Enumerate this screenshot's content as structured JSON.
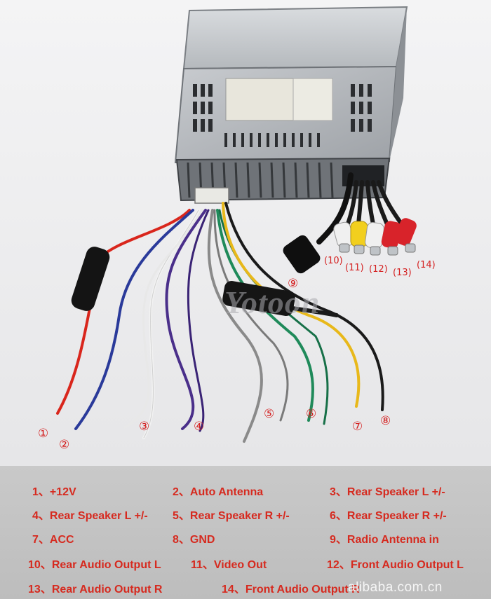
{
  "logo_text": "Yotoon",
  "watermark": "alibaba.com.cn",
  "callouts": [
    "①",
    "②",
    "③",
    "④",
    "⑤",
    "⑥",
    "⑦",
    "⑧",
    "⑨",
    "(10)",
    "(11)",
    "(12)",
    "(13)",
    "(14)"
  ],
  "legend": [
    {
      "num": "1、",
      "label": "+12V"
    },
    {
      "num": "2、",
      "label": "Auto Antenna"
    },
    {
      "num": "3、",
      "label": "Rear Speaker L +/-"
    },
    {
      "num": "4、",
      "label": "Rear Speaker L +/-"
    },
    {
      "num": "5、",
      "label": "Rear Speaker R +/-"
    },
    {
      "num": "6、",
      "label": "Rear Speaker R +/-"
    },
    {
      "num": "7、",
      "label": "ACC"
    },
    {
      "num": "8、",
      "label": "GND"
    },
    {
      "num": "9、",
      "label": "Radio Antenna in"
    },
    {
      "num": "10、",
      "label": "Rear Audio Output L"
    },
    {
      "num": "11、",
      "label": "Video Out"
    },
    {
      "num": "12、",
      "label": "Front Audio Output L"
    },
    {
      "num": "13、",
      "label": "Rear Audio Output R"
    },
    {
      "num": "14、",
      "label": "Front Audio Output R"
    }
  ],
  "wire_colors": {
    "red": "#d9261c",
    "blue": "#2a3a9a",
    "white": "#eeeeee",
    "purple": "#4a2f8a",
    "gray": "#8a8a8a",
    "green": "#1f8a5a",
    "yellow": "#e8b81a",
    "black": "#1a1a1a",
    "rca_red": "#d8232a",
    "rca_yellow": "#f2cf1e",
    "rca_white": "#f0f0f0"
  }
}
